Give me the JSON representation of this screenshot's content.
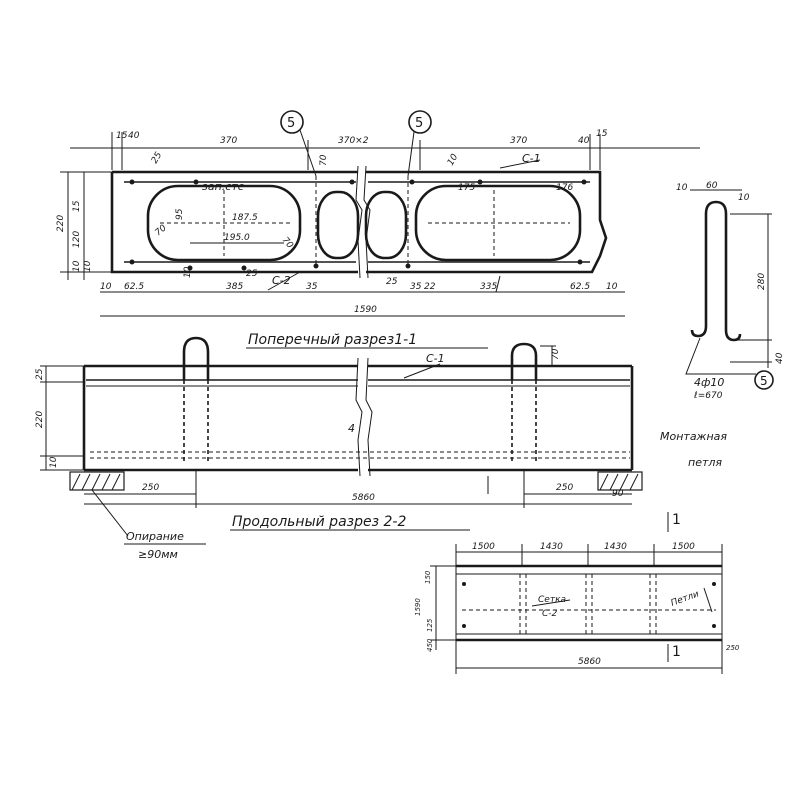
{
  "captions": {
    "cross_section": "Поперечный разрез1-1",
    "long_section": "Продольный разрез 2-2",
    "loop_title_1": "Монтажная",
    "loop_title_2": "петля",
    "support_1": "Опирание",
    "support_2": "≥90мм"
  },
  "cross_section": {
    "markers": [
      "5",
      "5"
    ],
    "top_dims": [
      "15",
      "40",
      "370",
      "370×2",
      "370",
      "40",
      "15"
    ],
    "inner_labels": [
      "25",
      "70",
      "10",
      "С-1",
      "зап.стс",
      "187.5",
      "195.0",
      "175",
      "176",
      "95",
      "70",
      "70",
      "10",
      "25"
    ],
    "bottom_dims": [
      "10",
      "62.5",
      "385",
      "С-2",
      "35",
      "25",
      "35",
      "22",
      "335",
      "62.5",
      "10"
    ],
    "left_dims": [
      "220",
      "15",
      "120",
      "10",
      "10"
    ],
    "total_width": "1590"
  },
  "long_section": {
    "left_dims": [
      "25",
      "220",
      "10"
    ],
    "loop_height": "70",
    "rebar_label": "С-1",
    "center_marker": "4",
    "bottom_dims": [
      "250",
      "5860",
      "250"
    ],
    "support_right": "90"
  },
  "loop": {
    "dims": [
      "10",
      "60",
      "10",
      "280",
      "40"
    ],
    "bar_spec": "4ф10",
    "bar_length": "ℓ=670",
    "marker": "5"
  },
  "plan": {
    "markers": [
      "1",
      "1"
    ],
    "top_dims": [
      "1500",
      "1430",
      "1430",
      "1500"
    ],
    "left_dims": [
      "150",
      "1590",
      "125",
      "450"
    ],
    "callout_cage": "Сетка",
    "callout_cage_code": "С-2",
    "callout_loop": "Петли",
    "total_length": "5860",
    "right_dim": "250"
  }
}
